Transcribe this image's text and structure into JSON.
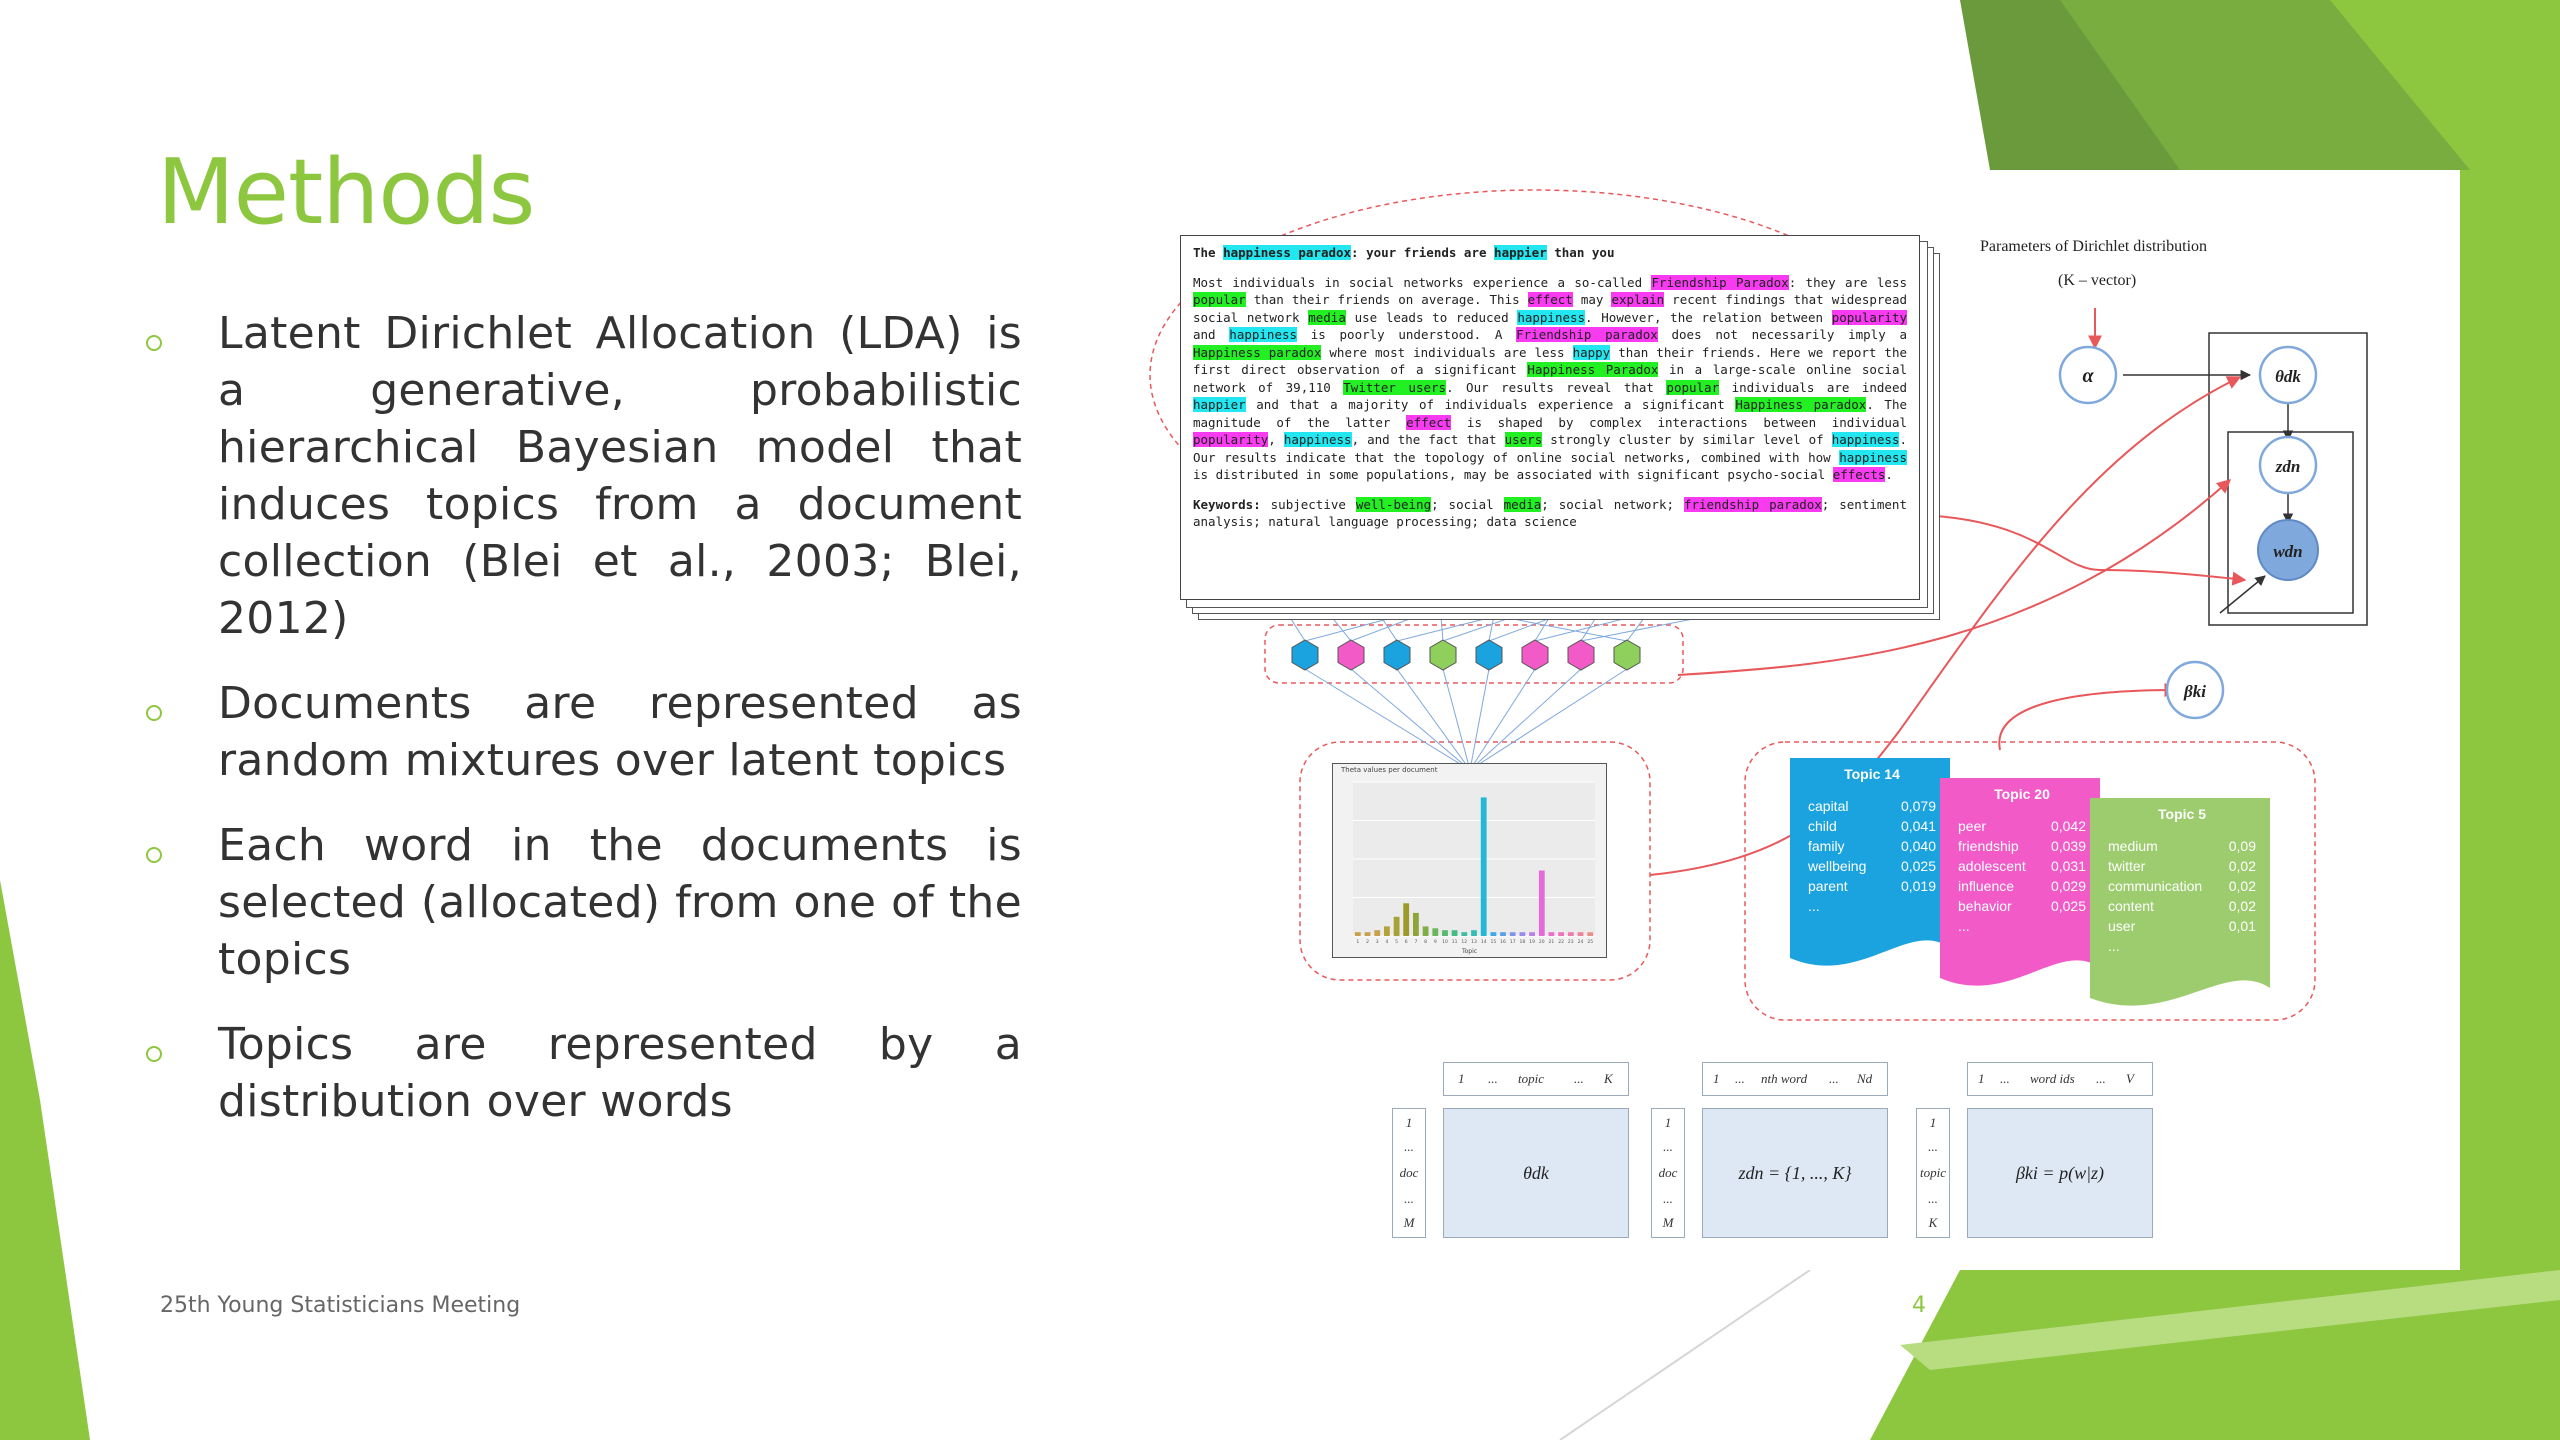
{
  "slide": {
    "title": "Methods",
    "bullets": [
      "Latent Dirichlet Allocation (LDA) is a generative, probabilistic hierarchical Bayesian model that induces topics from a document collection (Blei et al., 2003; Blei, 2012)",
      "Documents are represented as random mixtures over latent topics",
      "Each word in the documents is selected (allocated) from one of the topics",
      "Topics are represented by a distribution over words"
    ],
    "footer": "25th Young Statisticians Meeting",
    "page_number": "4",
    "accent_color": "#8dc63f"
  },
  "figure": {
    "paper": {
      "title_parts": [
        {
          "t": "The ",
          "h": ""
        },
        {
          "t": "happiness paradox",
          "h": "c"
        },
        {
          "t": ": your friends are ",
          "h": ""
        },
        {
          "t": "happier",
          "h": "c"
        },
        {
          "t": " than you",
          "h": ""
        }
      ],
      "body_parts": [
        {
          "t": "Most individuals in social networks experience a so-called ",
          "h": ""
        },
        {
          "t": "Friendship Paradox",
          "h": "m"
        },
        {
          "t": ": they are less ",
          "h": ""
        },
        {
          "t": "popular",
          "h": "g"
        },
        {
          "t": " than their friends on average. This ",
          "h": ""
        },
        {
          "t": "effect",
          "h": "m"
        },
        {
          "t": " may ",
          "h": ""
        },
        {
          "t": "explain",
          "h": "m"
        },
        {
          "t": " recent findings that widespread social network ",
          "h": ""
        },
        {
          "t": "media",
          "h": "g"
        },
        {
          "t": " use leads to reduced ",
          "h": ""
        },
        {
          "t": "happiness",
          "h": "c"
        },
        {
          "t": ". However, the relation between ",
          "h": ""
        },
        {
          "t": "popularity",
          "h": "m"
        },
        {
          "t": " and ",
          "h": ""
        },
        {
          "t": "happiness",
          "h": "c"
        },
        {
          "t": " is poorly understood. A ",
          "h": ""
        },
        {
          "t": "Friendship paradox",
          "h": "m"
        },
        {
          "t": " does not necessarily imply a ",
          "h": ""
        },
        {
          "t": "Happiness paradox",
          "h": "g"
        },
        {
          "t": " where most individuals are less ",
          "h": ""
        },
        {
          "t": "happy",
          "h": "c"
        },
        {
          "t": " than their friends. Here we report the first direct observation of a significant ",
          "h": ""
        },
        {
          "t": "Happiness Paradox",
          "h": "g"
        },
        {
          "t": " in a large-scale online social network of 39,110 ",
          "h": ""
        },
        {
          "t": "Twitter users",
          "h": "g"
        },
        {
          "t": ". Our results reveal that ",
          "h": ""
        },
        {
          "t": "popular",
          "h": "g"
        },
        {
          "t": " individuals are indeed ",
          "h": ""
        },
        {
          "t": "happier",
          "h": "c"
        },
        {
          "t": " and that a majority of individuals experience a significant ",
          "h": ""
        },
        {
          "t": "Happiness paradox",
          "h": "g"
        },
        {
          "t": ". The magnitude of the latter ",
          "h": ""
        },
        {
          "t": "effect",
          "h": "m"
        },
        {
          "t": " is shaped by complex interactions between individual ",
          "h": ""
        },
        {
          "t": "popularity",
          "h": "m"
        },
        {
          "t": ", ",
          "h": ""
        },
        {
          "t": "happiness",
          "h": "c"
        },
        {
          "t": ", and the fact that ",
          "h": ""
        },
        {
          "t": "users",
          "h": "g"
        },
        {
          "t": " strongly cluster by similar level of ",
          "h": ""
        },
        {
          "t": "happiness",
          "h": "c"
        },
        {
          "t": ". Our results indicate that the topology of online social networks, combined with how ",
          "h": ""
        },
        {
          "t": "happiness",
          "h": "c"
        },
        {
          "t": " is distributed in some populations, may be associated with significant psycho-social ",
          "h": ""
        },
        {
          "t": "effects",
          "h": "m"
        },
        {
          "t": ".",
          "h": ""
        }
      ],
      "keyword_parts": [
        {
          "t": "Keywords:",
          "h": "b"
        },
        {
          "t": " subjective ",
          "h": ""
        },
        {
          "t": "well-being",
          "h": "g"
        },
        {
          "t": "; social ",
          "h": ""
        },
        {
          "t": "media",
          "h": "g"
        },
        {
          "t": "; social network; ",
          "h": ""
        },
        {
          "t": "friendship paradox",
          "h": "m"
        },
        {
          "t": "; sentiment analysis; natural language processing; data science",
          "h": ""
        }
      ]
    },
    "params_label": "Parameters of Dirichlet distribution",
    "params_sub": "(K – vector)",
    "nodes": {
      "alpha": "α",
      "theta": "θdk",
      "z": "zdn",
      "w": "wdn",
      "beta": "βki"
    },
    "chart": {
      "title": "Theta values per document",
      "xlabel": "Topic",
      "chart_data": {
        "type": "bar",
        "categories": [
          "1",
          "2",
          "3",
          "4",
          "5",
          "6",
          "7",
          "8",
          "9",
          "10",
          "11",
          "12",
          "13",
          "14",
          "15",
          "16",
          "17",
          "18",
          "19",
          "20",
          "21",
          "22",
          "23",
          "24",
          "25"
        ],
        "values": [
          0.02,
          0.02,
          0.03,
          0.05,
          0.1,
          0.17,
          0.12,
          0.05,
          0.04,
          0.03,
          0.03,
          0.02,
          0.03,
          0.02,
          0.02,
          0.02,
          0.02,
          0.02,
          0.02,
          0.02,
          0.02,
          0.02,
          0.02,
          0.02,
          0.02
        ],
        "highlight": {
          "index": 13,
          "value": 0.72
        },
        "second_highlight": {
          "index": 19,
          "value": 0.34
        },
        "ylim": [
          0,
          0.8
        ]
      }
    },
    "topics": [
      {
        "title": "Topic 14",
        "color": "#1aa3de",
        "rows": [
          [
            "capital",
            "0,079"
          ],
          [
            "child",
            "0,041"
          ],
          [
            "family",
            "0,040"
          ],
          [
            "wellbeing",
            "0,025"
          ],
          [
            "parent",
            "0,019"
          ]
        ],
        "ellipsis": "..."
      },
      {
        "title": "Topic 20",
        "color": "#f25ac8",
        "rows": [
          [
            "peer",
            "0,042"
          ],
          [
            "friendship",
            "0,039"
          ],
          [
            "adolescent",
            "0,031"
          ],
          [
            "influence",
            "0,029"
          ],
          [
            "behavior",
            "0,025"
          ]
        ],
        "ellipsis": "..."
      },
      {
        "title": "Topic 5",
        "color": "#9ccc6e",
        "rows": [
          [
            "medium",
            "0,09"
          ],
          [
            "twitter",
            "0,02"
          ],
          [
            "communication",
            "0,02"
          ],
          [
            "content",
            "0,02"
          ],
          [
            "user",
            "0,01"
          ]
        ],
        "ellipsis": "..."
      }
    ],
    "matrices": [
      {
        "header_left": "1",
        "header_mid": "topic",
        "header_right": "K",
        "side_top": "1",
        "side_mid": "doc",
        "side_bot": "M",
        "body": "θdk"
      },
      {
        "header_left": "1",
        "header_mid": "nth word",
        "header_right": "Nd",
        "side_top": "1",
        "side_mid": "doc",
        "side_bot": "M",
        "body": "zdn = {1, ..., K}"
      },
      {
        "header_left": "1",
        "header_mid": "word ids",
        "header_right": "V",
        "side_top": "1",
        "side_mid": "topic",
        "side_bot": "K",
        "body": "βki = p(w|z)"
      }
    ],
    "ellipsis_mid": "...",
    "colors": {
      "hex_cyan": "#1aa3de",
      "hex_magenta": "#f25ac8",
      "hex_green": "#8fcf5b",
      "dashed_red": "#e8585b",
      "node_fill": "#cfe1f5",
      "w_node_fill": "#7fa8dc"
    }
  }
}
